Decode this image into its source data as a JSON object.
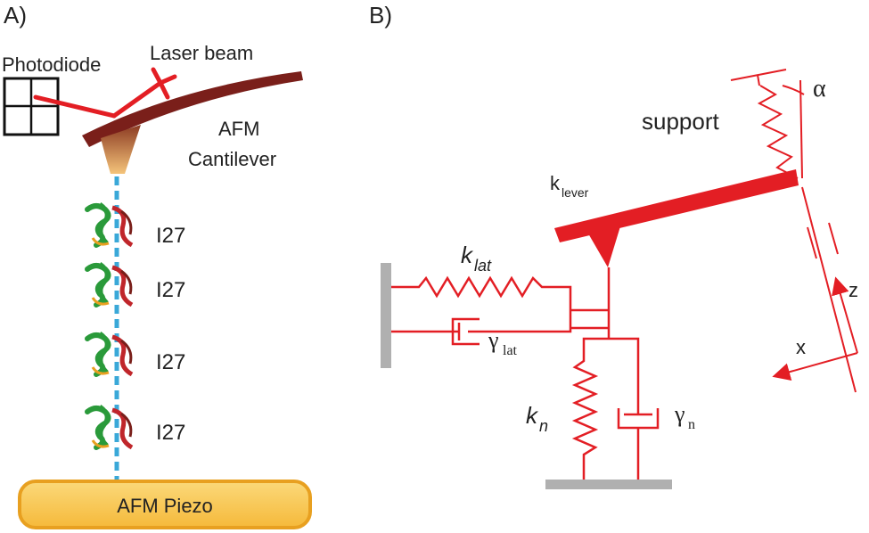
{
  "colors": {
    "red": "#e31e24",
    "dark_red": "#7a1f1a",
    "gray": "#b0b0b0",
    "protein_green": "#2a9a3a",
    "protein_red": "#c0262b",
    "linker_blue": "#3aa8d8",
    "piezo_fill": "#f7c248",
    "piezo_border": "#e8a020"
  },
  "panel_a": {
    "label": "A)",
    "photodiode": "Photodiode",
    "laser_beam": "Laser beam",
    "cantilever_line1": "AFM",
    "cantilever_line2": "Cantilever",
    "domains": [
      "I27",
      "I27",
      "I27",
      "I27"
    ],
    "piezo": "AFM Piezo"
  },
  "panel_b": {
    "label": "B)",
    "support": "support",
    "alpha": "α",
    "k_lever_main": "k",
    "k_lever_sub": "lever",
    "k_lat_main": "k",
    "k_lat_sub": "lat",
    "gamma_lat_main": "γ",
    "gamma_lat_sub": "lat",
    "k_n_main": "k",
    "k_n_sub": "n",
    "gamma_n_main": "γ",
    "gamma_n_sub": "n",
    "axis_z": "z",
    "axis_x": "x"
  }
}
